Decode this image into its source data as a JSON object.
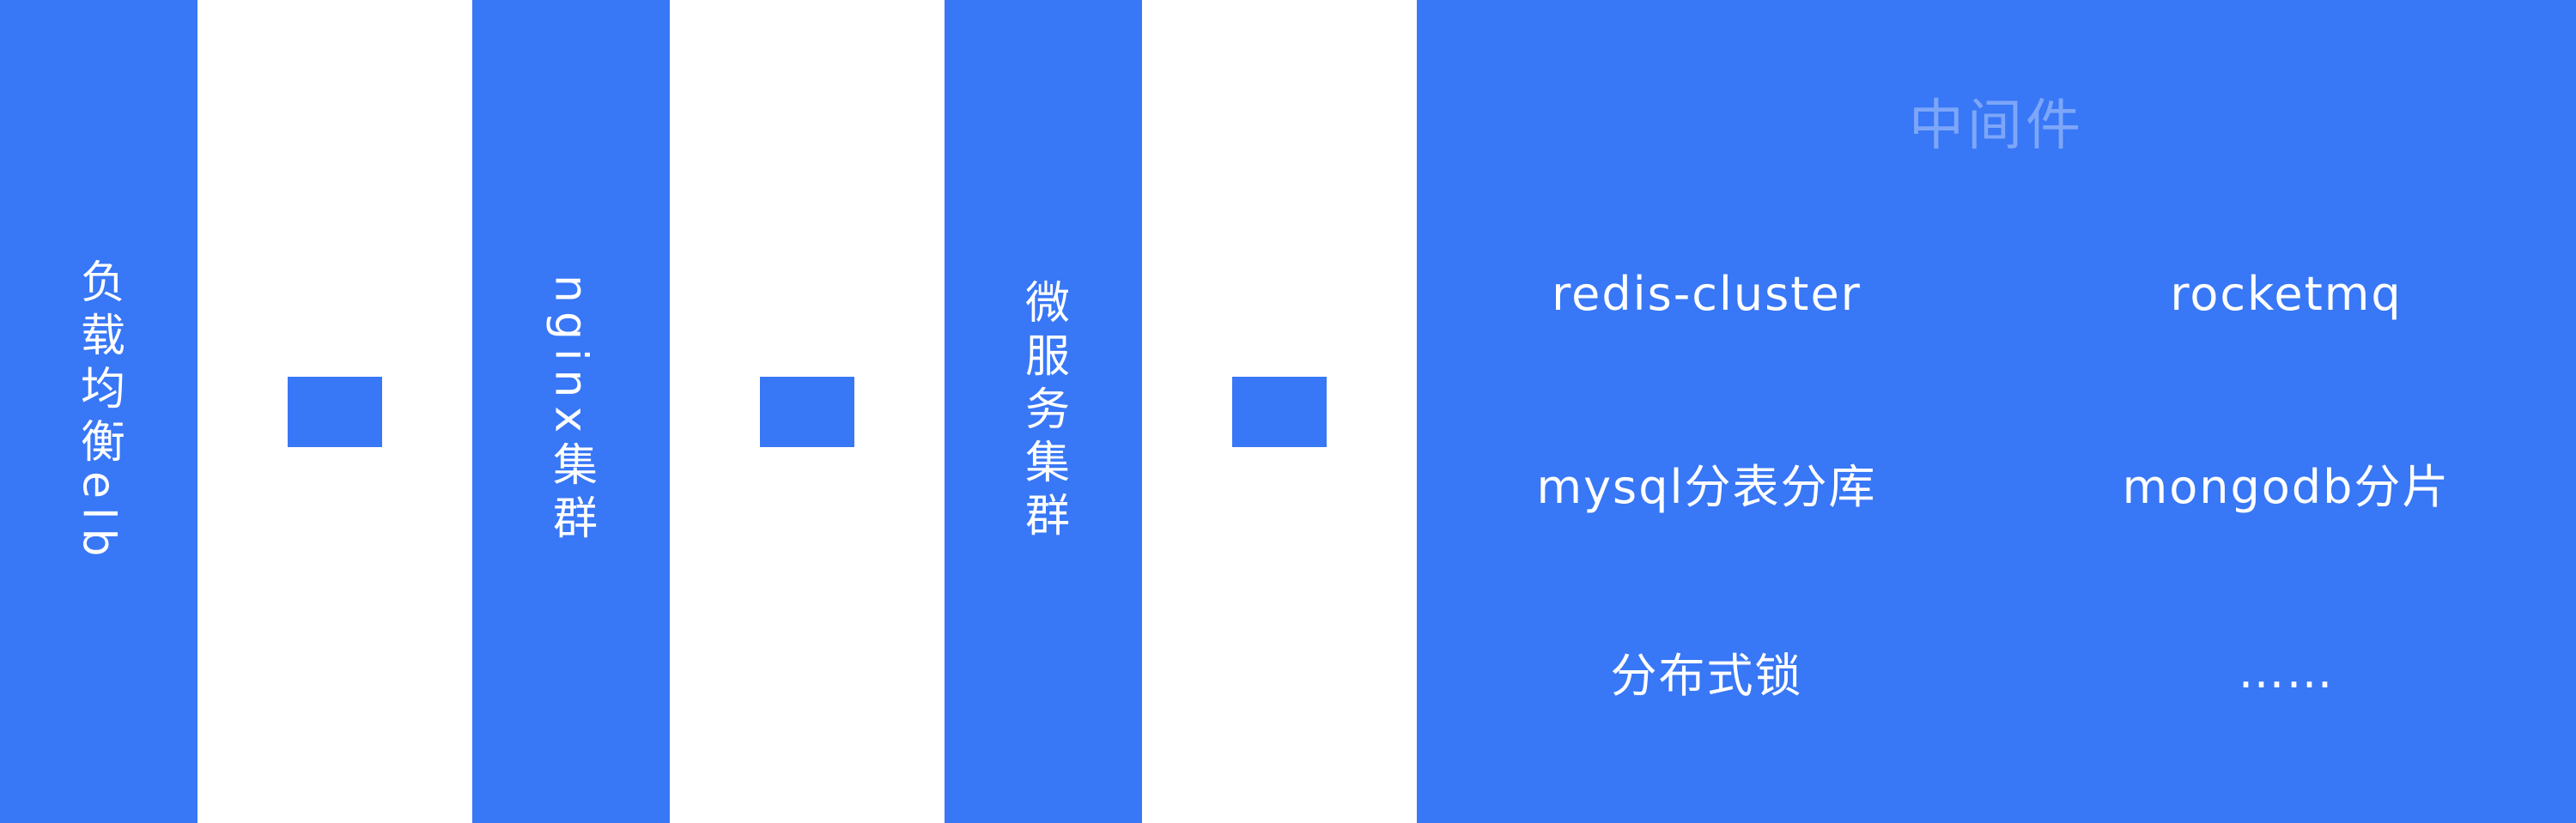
{
  "colors": {
    "accent": "#3877F6",
    "panel_title": "rgba(255,255,255,0.35)",
    "text": "#FFFFFF"
  },
  "pipeline": [
    {
      "label": "负载均衡elb"
    },
    {
      "label": "nginx集群"
    },
    {
      "label": "微服务集群"
    }
  ],
  "middleware": {
    "title": "中间件",
    "items": [
      [
        "redis-cluster",
        "rocketmq"
      ],
      [
        "mysql分表分库",
        "mongodb分片"
      ],
      [
        "分布式锁",
        "……"
      ]
    ]
  }
}
